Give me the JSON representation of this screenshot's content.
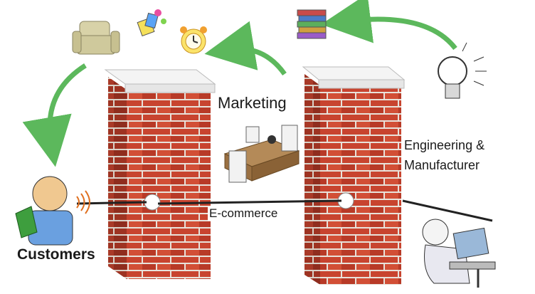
{
  "labels": {
    "marketing": "Marketing",
    "ecommerce": "E-commerce",
    "engineering_line1": "Engineering &",
    "engineering_line2": "Manufacturer",
    "customers": "Customers"
  },
  "icons": [
    "armchair-icon",
    "candy-toy-icon",
    "alarm-clock-icon",
    "stacked-books-icon",
    "lightbulb-icon",
    "office-desk-icon",
    "customer-phone-icon",
    "engineer-computer-icon"
  ],
  "colors": {
    "brick": "#c8442f",
    "mortar": "#e8e2da",
    "arrow": "#5cb85c",
    "wall_cap": "#f4f4f4",
    "text": "#1a1a1a"
  }
}
